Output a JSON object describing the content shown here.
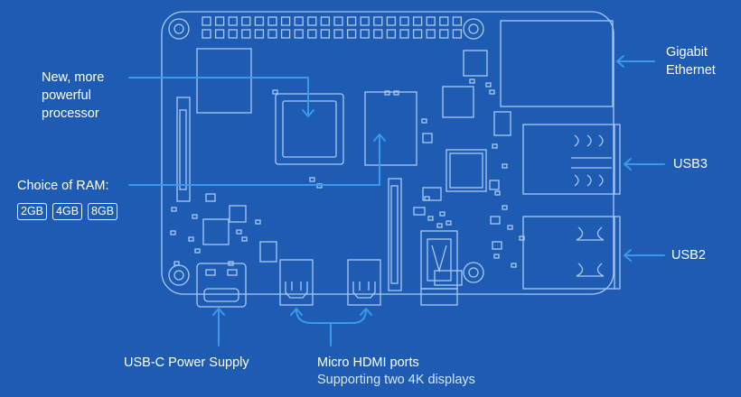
{
  "colors": {
    "background": "#1e5cb3",
    "board_outline": "#a9c9f3",
    "arrow": "#3c97ee",
    "text": "#ffffff"
  },
  "labels": {
    "processor": [
      "New, more",
      "powerful",
      "processor"
    ],
    "ram_title": "Choice of RAM:",
    "ram_options": [
      "2GB",
      "4GB",
      "8GB"
    ],
    "ethernet": [
      "Gigabit",
      "Ethernet"
    ],
    "usb3": "USB3",
    "usb2": "USB2",
    "power": "USB-C Power Supply",
    "hdmi_title": "Micro HDMI ports",
    "hdmi_sub": "Supporting two 4K displays"
  }
}
